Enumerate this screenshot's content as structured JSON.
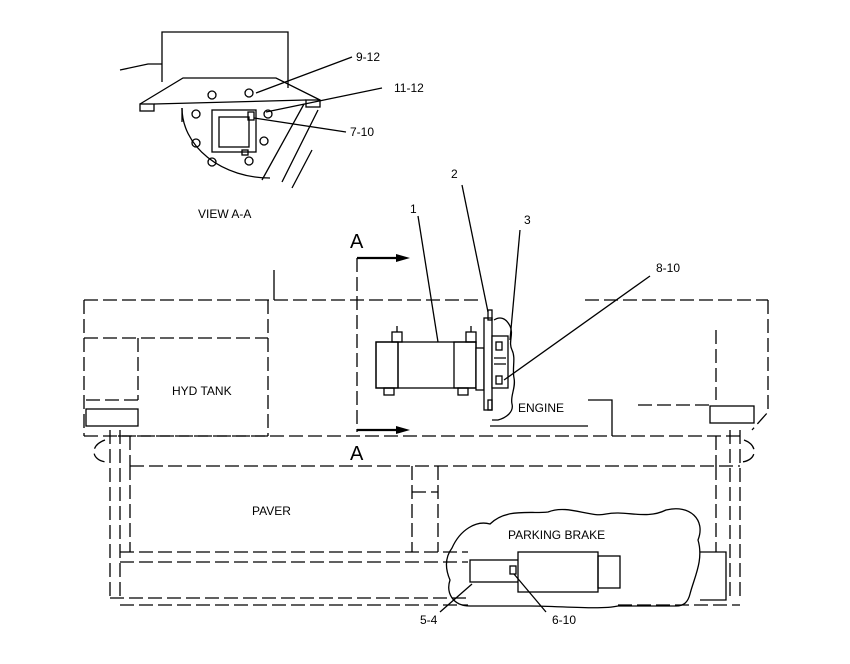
{
  "view_title": "VIEW A-A",
  "section_marks": {
    "top": "A",
    "bottom": "A"
  },
  "callouts": {
    "c_9_12": "9-12",
    "c_11_12": "11-12",
    "c_7_10": "7-10",
    "c_1": "1",
    "c_2": "2",
    "c_3": "3",
    "c_8_10": "8-10",
    "c_5_4": "5-4",
    "c_6_10": "6-10"
  },
  "component_labels": {
    "hyd_tank": "HYD TANK",
    "engine": "ENGINE",
    "paver": "PAVER",
    "parking_brake": "PARKING BRAKE"
  }
}
